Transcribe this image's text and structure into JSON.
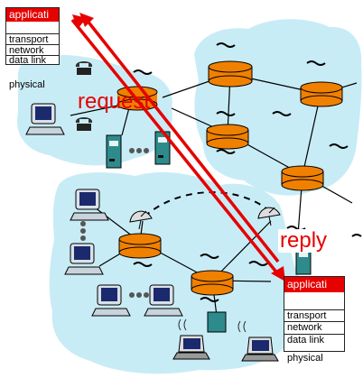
{
  "labels": {
    "request": "request",
    "reply": "reply"
  },
  "stack_top": {
    "layers": [
      "applicati",
      "",
      "transport",
      "network",
      "data link",
      "physical"
    ]
  },
  "stack_bottom": {
    "layers": [
      "applicati",
      "",
      "transport",
      "network",
      "data link",
      "physical"
    ]
  },
  "colors": {
    "cloud": "#c8ecf6",
    "router": "#f08000",
    "arrow": "#e60000",
    "app_layer": "#e60000"
  }
}
